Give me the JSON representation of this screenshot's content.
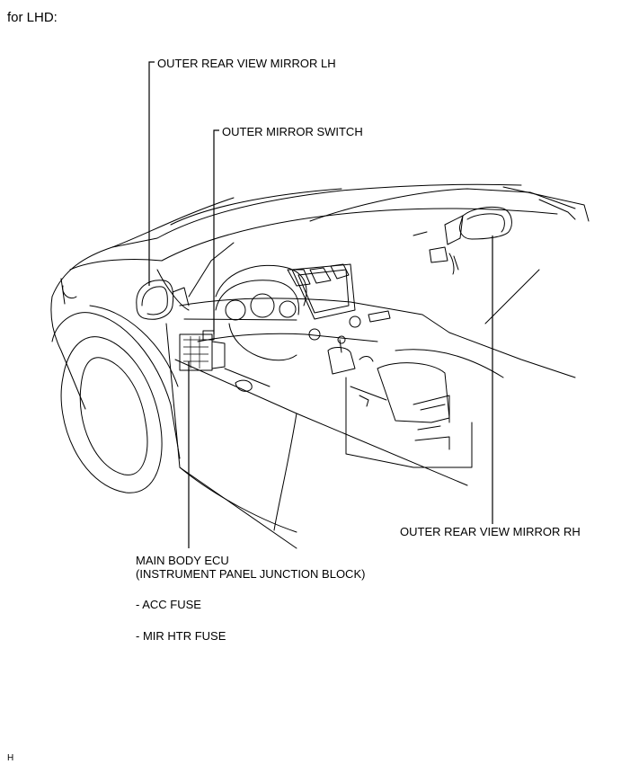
{
  "header": {
    "title": "for LHD:"
  },
  "labels": {
    "mirror_lh": "OUTER REAR VIEW MIRROR LH",
    "mirror_switch": "OUTER MIRROR SWITCH",
    "mirror_rh": "OUTER REAR VIEW MIRROR RH",
    "ecu_line1": "MAIN BODY ECU",
    "ecu_line2": "(INSTRUMENT PANEL JUNCTION BLOCK)",
    "fuse_acc": "- ACC FUSE",
    "fuse_mir_htr": "- MIR HTR FUSE"
  },
  "footer": {
    "code": "H"
  }
}
